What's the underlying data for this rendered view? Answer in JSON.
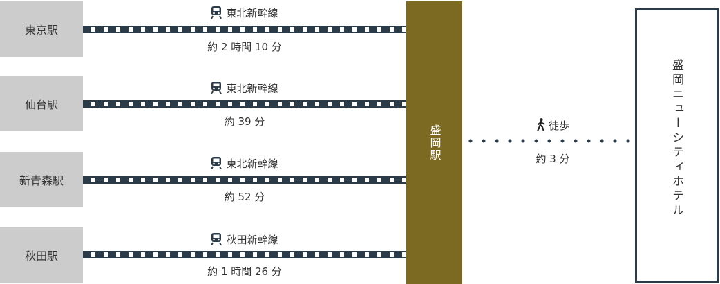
{
  "routes": [
    {
      "station": "東京駅",
      "line": "東北新幹線",
      "time": "約 2 時間 10 分"
    },
    {
      "station": "仙台駅",
      "line": "東北新幹線",
      "time": "約 39 分"
    },
    {
      "station": "新青森駅",
      "line": "東北新幹線",
      "time": "約 52 分"
    },
    {
      "station": "秋田駅",
      "line": "秋田新幹線",
      "time": "約 1 時間 26 分"
    }
  ],
  "hub": {
    "name": "盛岡駅"
  },
  "walk": {
    "mode": "徒歩",
    "time": "約 3 分"
  },
  "destination": {
    "name": "盛岡ニューシティホテル"
  },
  "colors": {
    "track": "#2c3b48",
    "hub": "#7c6a22",
    "station_box": "#cccccc",
    "text": "#333333"
  },
  "icons": {
    "line": "train-icon",
    "walk": "walking-person-icon"
  }
}
